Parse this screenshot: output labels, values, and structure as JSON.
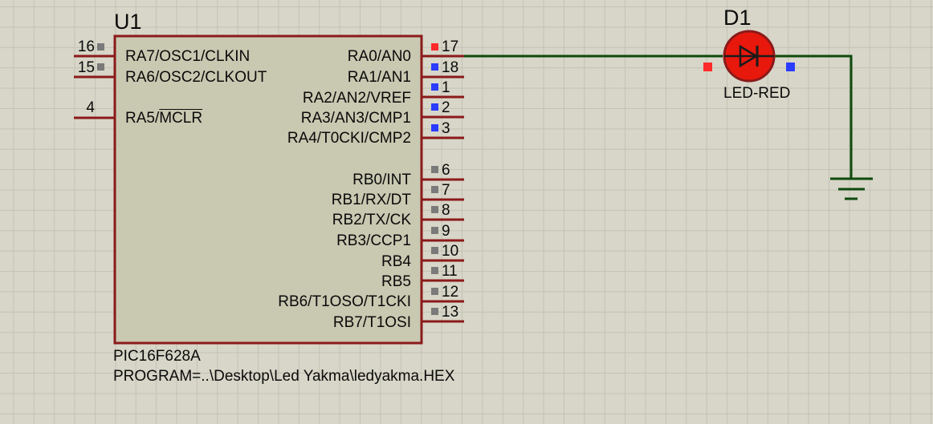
{
  "u1": {
    "ref": "U1",
    "part": "PIC16F628A",
    "program": "PROGRAM=..\\Desktop\\Led Yakma\\ledyakma.HEX",
    "left_pins": [
      {
        "num": "16",
        "name": "RA7/OSC1/CLKIN"
      },
      {
        "num": "15",
        "name": "RA6/OSC2/CLKOUT"
      },
      {
        "num": "4",
        "name_prefix": "RA5/",
        "name_overline": "MCLR"
      }
    ],
    "right_pins": [
      {
        "num": "17",
        "name": "RA0/AN0",
        "state": "high"
      },
      {
        "num": "18",
        "name": "RA1/AN1",
        "state": "low"
      },
      {
        "num": "1",
        "name": "RA2/AN2/VREF",
        "state": "low"
      },
      {
        "num": "2",
        "name": "RA3/AN3/CMP1",
        "state": "low"
      },
      {
        "num": "3",
        "name": "RA4/T0CKI/CMP2",
        "state": "low"
      },
      {
        "num": "6",
        "name": "RB0/INT",
        "state": "none"
      },
      {
        "num": "7",
        "name": "RB1/RX/DT",
        "state": "none"
      },
      {
        "num": "8",
        "name": "RB2/TX/CK",
        "state": "none"
      },
      {
        "num": "9",
        "name": "RB3/CCP1",
        "state": "none"
      },
      {
        "num": "10",
        "name": "RB4",
        "state": "none"
      },
      {
        "num": "11",
        "name": "RB5",
        "state": "none"
      },
      {
        "num": "12",
        "name": "RB6/T1OSO/T1CKI",
        "state": "none"
      },
      {
        "num": "13",
        "name": "RB7/T1OSI",
        "state": "none"
      }
    ]
  },
  "d1": {
    "ref": "D1",
    "part": "LED-RED"
  },
  "colors": {
    "background": "#d7d6c8",
    "grid": "#c3c2b4",
    "component_outline": "#8b1a1a",
    "component_fill": "#c9c8b1",
    "wire": "#0d4a0d",
    "logic_high": "#ff2a2a",
    "logic_low": "#2a3cff",
    "no_state": "#7a7a7a",
    "led_on": "#e8180c"
  }
}
